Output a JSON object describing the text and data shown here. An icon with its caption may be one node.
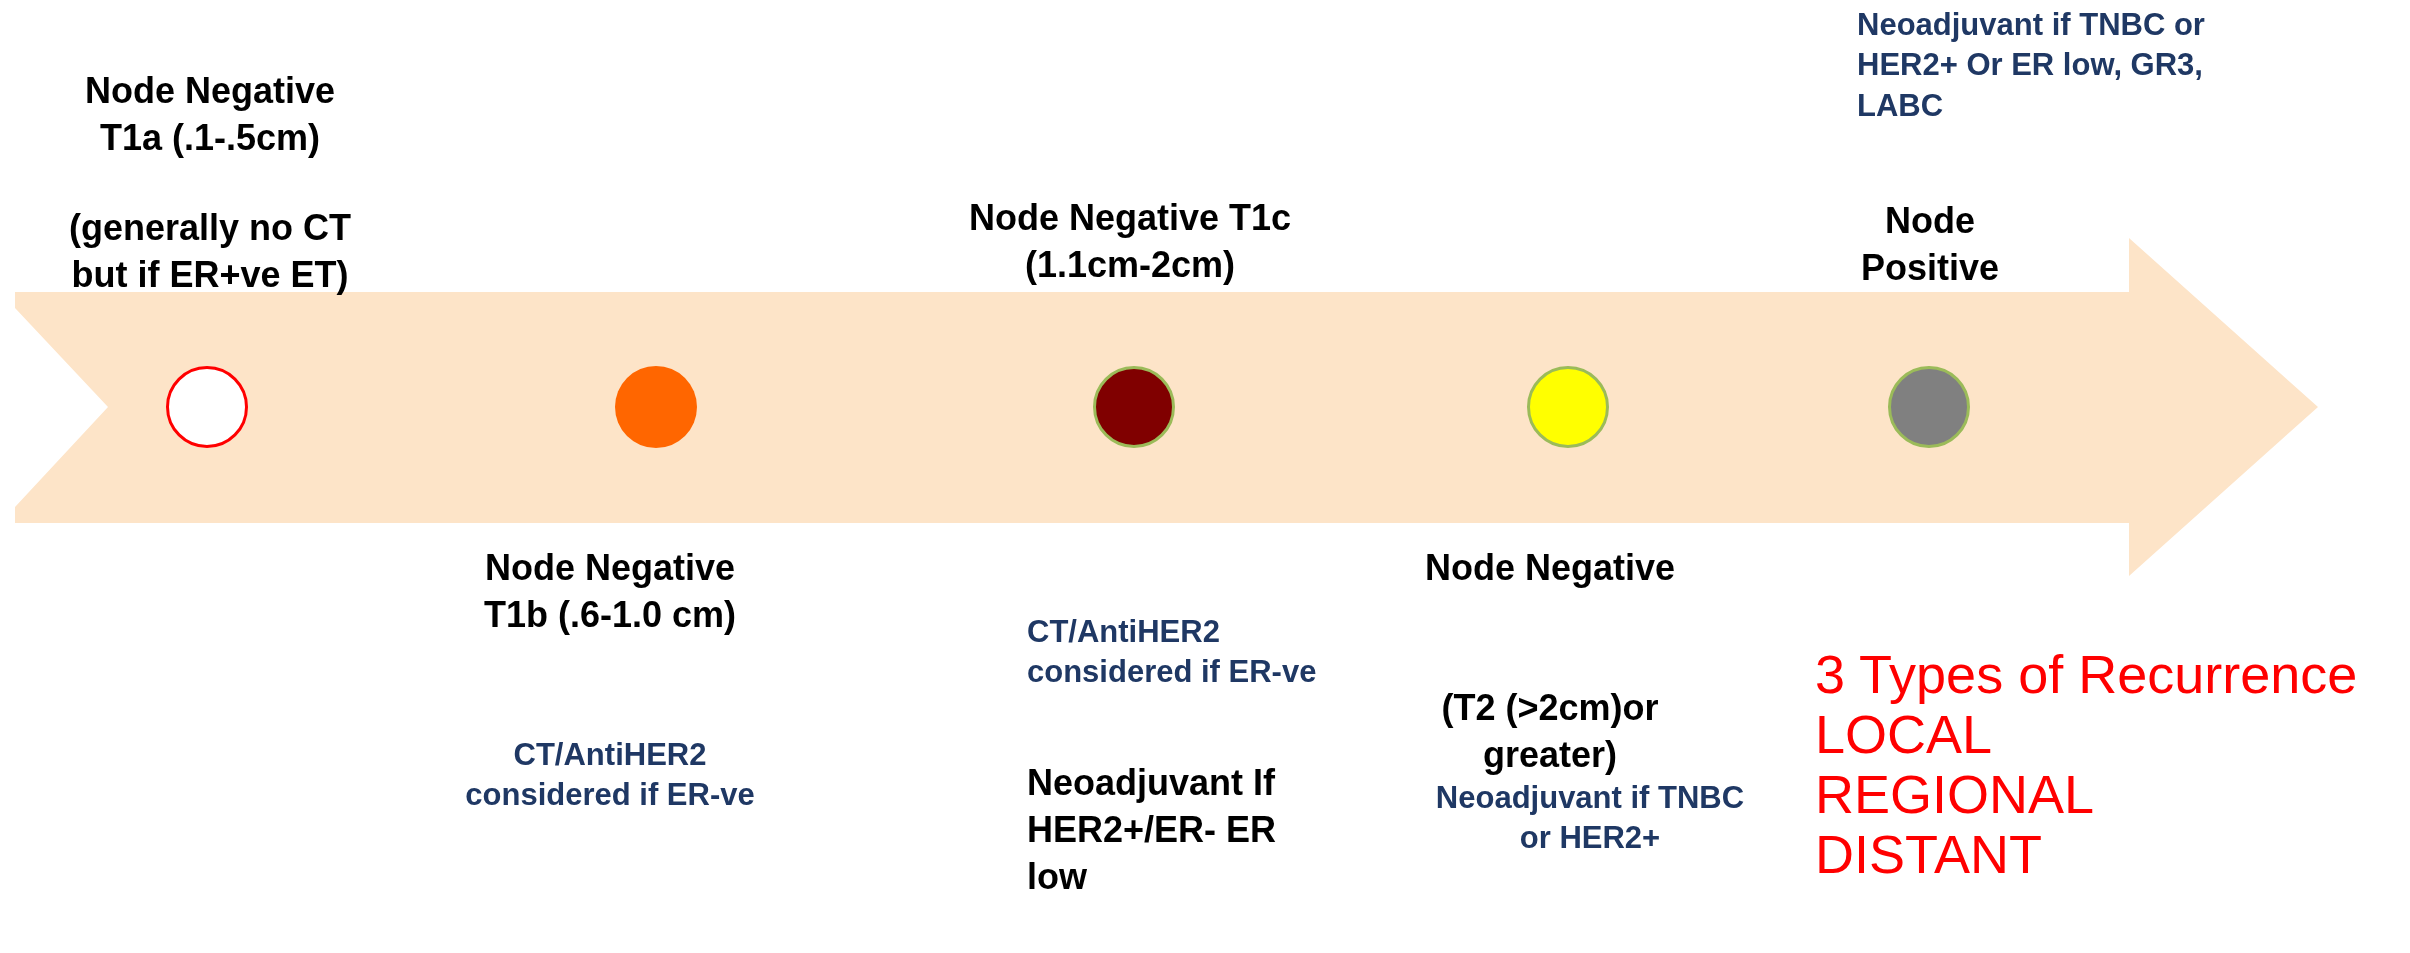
{
  "diagram": {
    "nodes": [
      {
        "text": [],
        "shape": "arrow"
      },
      {
        "text": [],
        "shape": "circle",
        "in": 0,
        "beside": [
          "Node Negative T1a (.1-.5cm)",
          "(generally no CT but if ER+ve ET)"
        ]
      },
      {
        "text": [],
        "shape": "circle",
        "in": 0,
        "beside": [
          "Node Negative T1b (.6-1.0 cm)",
          "CT/AntiHER2 considered if ER-ve"
        ]
      },
      {
        "text": [],
        "shape": "circle",
        "in": 0,
        "beside": [
          "Node Negative T1c (1.1cm-2cm)",
          "CT/AntiHER2 considered if ER-ve",
          "Neoadjuvant If HER2+/ER- ER low"
        ]
      },
      {
        "text": [],
        "shape": "circle",
        "in": 0,
        "beside": [
          "Node Negative",
          "(T2 (>2cm)or greater)",
          "Neoadjuvant if TNBC or HER2+"
        ]
      },
      {
        "text": [],
        "shape": "circle",
        "in": 0,
        "beside": [
          "Neoadjuvant if TNBC or HER2+ Or ER low, GR3, LABC",
          "Node Positive"
        ]
      }
    ],
    "edges": [],
    "labels": [
      "3 Types of Recurrence",
      "LOCAL",
      "REGIONAL",
      "DISTANT"
    ]
  }
}
